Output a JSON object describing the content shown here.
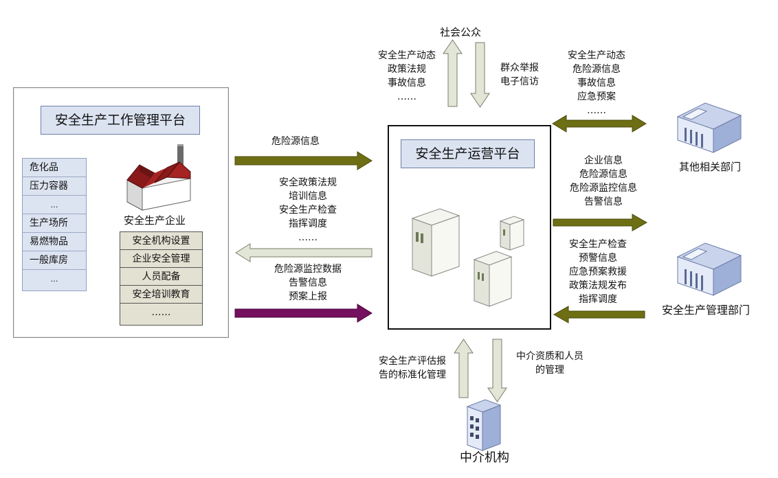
{
  "nodes": {
    "public": "社会公众",
    "left_platform": "安全生产工作管理平台",
    "enterprise": "安全生产企业",
    "center_platform": "安全生产运营平台",
    "other_depts": "其他相关部门",
    "mgmt_dept": "安全生产管理部门",
    "agency": "中介机构"
  },
  "categories": [
    "危化品",
    "压力容器",
    "…",
    "生产场所",
    "易燃物品",
    "一般库房",
    "…"
  ],
  "enterprise_items": [
    "安全机构设置",
    "企业安全管理",
    "人员配备",
    "安全培训教育",
    "……"
  ],
  "flows": {
    "to_public": [
      "安全生产动态",
      "政策法规",
      "事故信息",
      "……"
    ],
    "from_public": [
      "群众举报",
      "电子信访"
    ],
    "other_depts": [
      "安全生产动态",
      "危险源信息",
      "事故信息",
      "应急预案",
      "……"
    ],
    "to_center_top": [
      "危险源信息"
    ],
    "to_left": [
      "安全政策法规",
      "培训信息",
      "安全生产检查",
      "指挥调度",
      "……"
    ],
    "to_center_bottom": [
      "危险源监控数据",
      "告警信息",
      "预案上报"
    ],
    "to_mgmt": [
      "企业信息",
      "危险源信息",
      "危险源监控信息",
      "告警信息"
    ],
    "from_mgmt": [
      "安全生产检查",
      "预警信息",
      "应急预案救援",
      "政策法规发布",
      "指挥调度"
    ],
    "from_agency": [
      "安全生产评估报",
      "告的标准化管理"
    ],
    "to_agency": [
      "中介资质和人员",
      "的管理"
    ]
  },
  "colors": {
    "olive": "#6e6e14",
    "pale_arrow": "#e2e6d6",
    "purple": "#74105e",
    "title_fill": "#dbe3f1",
    "factory_roof": "#8a1a1a"
  },
  "icons": [
    "factory-icon",
    "server-icon",
    "government-building-icon",
    "office-building-icon"
  ]
}
